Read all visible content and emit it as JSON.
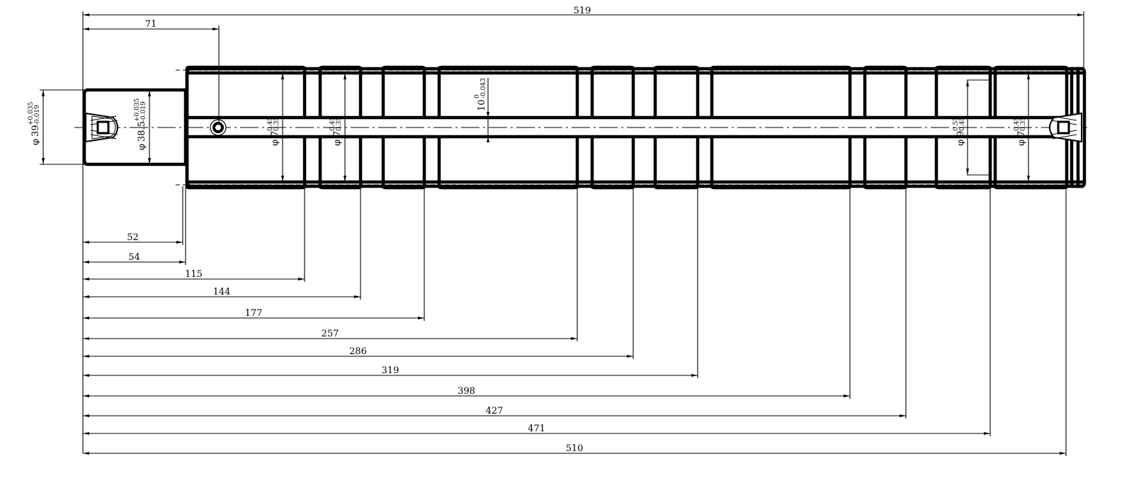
{
  "drawing": {
    "type": "shaft-engineering-drawing",
    "overall_length": "519",
    "keyway_position": "71",
    "keyway_width": {
      "nominal": "10",
      "upper": "0",
      "lower": "-0.043"
    },
    "diameters": {
      "d39": {
        "symbol": "φ",
        "nominal": "39",
        "upper": "+0.035",
        "lower": "-0.019"
      },
      "d38": {
        "symbol": "φ",
        "nominal": "38.5",
        "upper": "+0.035",
        "lower": "-0.019"
      },
      "d7a": {
        "symbol": "φ",
        "nominal": "7",
        "upper": "0.45",
        "lower": "0.35"
      },
      "d7b": {
        "symbol": "φ",
        "nominal": "7",
        "upper": "0.45",
        "lower": "0.35"
      },
      "d9": {
        "symbol": "φ",
        "nominal": "9",
        "upper": "0.55",
        "lower": "0.45"
      },
      "d7c": {
        "symbol": "φ",
        "nominal": "7",
        "upper": "0.45",
        "lower": "0.35"
      }
    },
    "baseline_dims": [
      "52",
      "54",
      "115",
      "144",
      "177",
      "257",
      "286",
      "319",
      "398",
      "427",
      "471",
      "510"
    ]
  }
}
